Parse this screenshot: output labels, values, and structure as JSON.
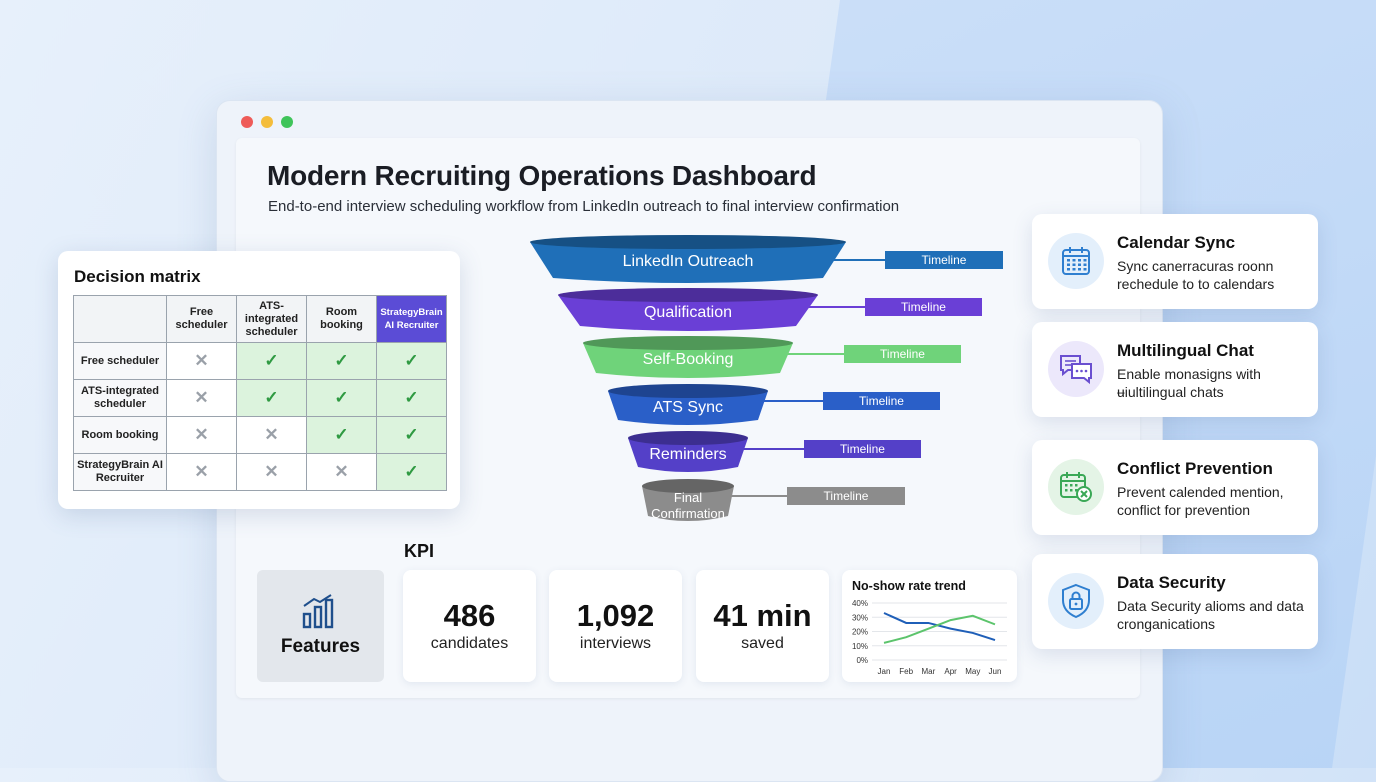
{
  "dashboard": {
    "title": "Modern Recruiting Operations Dashboard",
    "subtitle": "End-to-end interview scheduling workflow from LinkedIn outreach to final interview confirmation"
  },
  "matrix": {
    "title": "Decision matrix",
    "columns": [
      "Free scheduler",
      "ATS-integrated scheduler",
      "Room booking",
      "StrategyBrain AI Recruiter"
    ],
    "rows": [
      {
        "label": "Free scheduler",
        "cells": [
          false,
          true,
          true,
          true
        ]
      },
      {
        "label": "ATS-integrated scheduler",
        "cells": [
          false,
          true,
          true,
          true
        ]
      },
      {
        "label": "Room booking",
        "cells": [
          false,
          false,
          true,
          true
        ]
      },
      {
        "label": "StrategyBrain AI Recruiter",
        "cells": [
          false,
          false,
          false,
          true
        ]
      }
    ],
    "yes_symbol": "✓",
    "no_symbol": "✕"
  },
  "funnel": {
    "stages": [
      {
        "label": "LinkedIn Outreach",
        "timeline": "Timeline",
        "color": "#1f6fb8"
      },
      {
        "label": "Qualification",
        "timeline": "Timeline",
        "color": "#6a3fd6"
      },
      {
        "label": "Self-Booking",
        "timeline": "Timeline",
        "color": "#6fd37a"
      },
      {
        "label": "ATS Sync",
        "timeline": "Timeline",
        "color": "#2a5fc8"
      },
      {
        "label": "Reminders",
        "timeline": "Timeline",
        "color": "#5440c8"
      },
      {
        "label": "Final Confirmation",
        "timeline": "Timeline",
        "color": "#8c8c8c"
      }
    ]
  },
  "features": [
    {
      "title": "Calendar Sync",
      "desc": "Sync canerracuras roonn rechedule to to calendars",
      "icon": "calendar-icon",
      "color": "#2f7fd0"
    },
    {
      "title": "Multilingual Chat",
      "desc": "Enable monasigns with ʉiultilingual chats",
      "icon": "chat-icon",
      "color": "#6a4fd0"
    },
    {
      "title": "Conflict Prevention",
      "desc": "Prevent calended mention, conflict for prevention",
      "icon": "calendar-x-icon",
      "color": "#3aa856"
    },
    {
      "title": "Data Security",
      "desc": "Data Security alioms and data cronganications",
      "icon": "shield-lock-icon",
      "color": "#2f7fd0"
    }
  ],
  "kpi": {
    "heading": "KPI",
    "features_label": "Features",
    "cards": [
      {
        "value": "486",
        "label": "candidates"
      },
      {
        "value": "1,092",
        "label": "interviews"
      },
      {
        "value": "41 min",
        "label": "saved"
      }
    ]
  },
  "chart_data": {
    "type": "line",
    "title": "No-show rate trend",
    "x": [
      "Jan",
      "Feb",
      "Mar",
      "Apr",
      "May",
      "Jun"
    ],
    "y_ticks": [
      "0%",
      "10%",
      "20%",
      "30%",
      "40%"
    ],
    "ylim": [
      0,
      40
    ],
    "grid": true,
    "series": [
      {
        "values": [
          33,
          26,
          26,
          22,
          19,
          14
        ],
        "color": "#1f5fb8"
      },
      {
        "values": [
          12,
          16,
          22,
          28,
          31,
          25
        ],
        "color": "#5cc46c"
      }
    ]
  }
}
